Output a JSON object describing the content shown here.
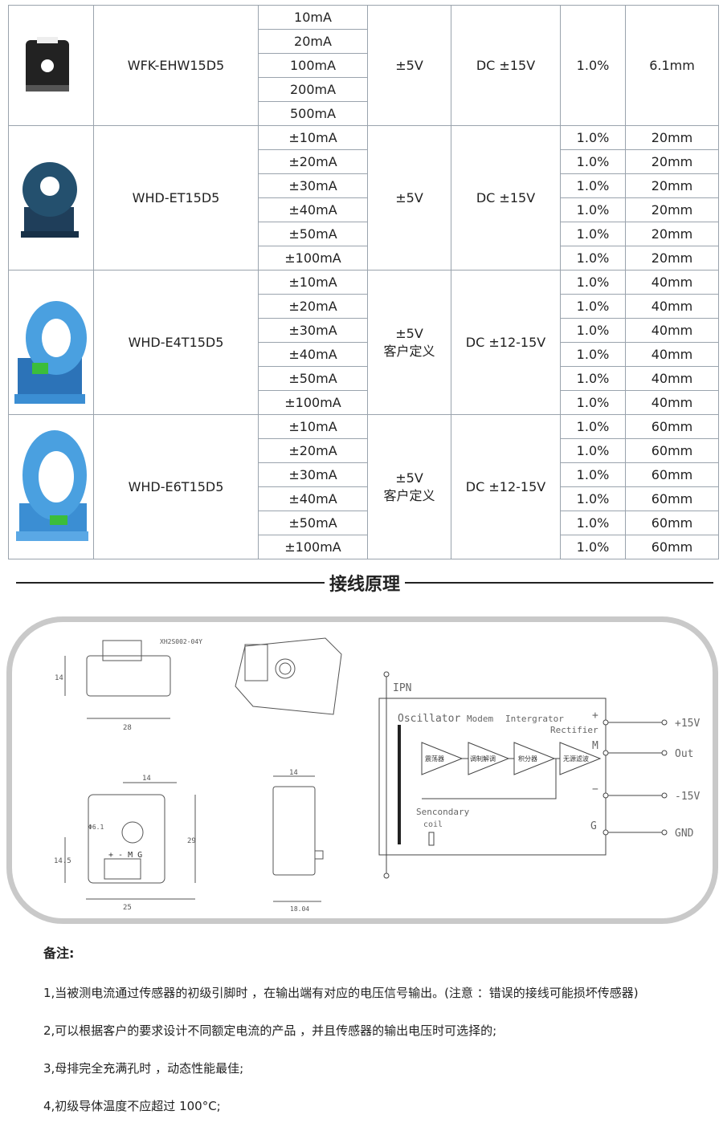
{
  "products": [
    {
      "model": "WFK-EHW15D5",
      "ranges": [
        "10mA",
        "20mA",
        "100mA",
        "200mA",
        "500mA"
      ],
      "output": "±5V",
      "output2": "",
      "supply": "DC  ±15V",
      "accuracy": [
        "1.0%"
      ],
      "aperture": [
        "6.1mm"
      ]
    },
    {
      "model": "WHD-ET15D5",
      "ranges": [
        "±10mA",
        "±20mA",
        "±30mA",
        "±40mA",
        "±50mA",
        "±100mA"
      ],
      "output": "±5V",
      "output2": "",
      "supply": "DC  ±15V",
      "accuracy": [
        "1.0%",
        "1.0%",
        "1.0%",
        "1.0%",
        "1.0%",
        "1.0%"
      ],
      "aperture": [
        "20mm",
        "20mm",
        "20mm",
        "20mm",
        "20mm",
        "20mm"
      ]
    },
    {
      "model": "WHD-E4T15D5",
      "ranges": [
        "±10mA",
        "±20mA",
        "±30mA",
        "±40mA",
        "±50mA",
        "±100mA"
      ],
      "output": "±5V",
      "output2": "客户定义",
      "supply": "DC  ±12-15V",
      "accuracy": [
        "1.0%",
        "1.0%",
        "1.0%",
        "1.0%",
        "1.0%",
        "1.0%"
      ],
      "aperture": [
        "40mm",
        "40mm",
        "40mm",
        "40mm",
        "40mm",
        "40mm"
      ]
    },
    {
      "model": "WHD-E6T15D5",
      "ranges": [
        "±10mA",
        "±20mA",
        "±30mA",
        "±40mA",
        "±50mA",
        "±100mA"
      ],
      "output": "±5V",
      "output2": "客户定义",
      "supply": "DC  ±12-15V",
      "accuracy": [
        "1.0%",
        "1.0%",
        "1.0%",
        "1.0%",
        "1.0%",
        "1.0%"
      ],
      "aperture": [
        "60mm",
        "60mm",
        "60mm",
        "60mm",
        "60mm",
        "60mm"
      ]
    }
  ],
  "section_title": "接线原理",
  "drawing": {
    "connector": "XH2S002-04Y",
    "dims": [
      "14",
      "28",
      "14",
      "29",
      "14.5",
      "25",
      "Φ6.1",
      "14",
      "18.04"
    ],
    "pins": "+ - M G"
  },
  "schematic": {
    "ipn": "IPN",
    "oscillator": "Oscillator",
    "modem": "Modem",
    "integrator": "Intergrator",
    "rectifier": "Rectifier",
    "blocks": [
      "震荡器",
      "调制解调",
      "积分器",
      "无源滤波"
    ],
    "secondary": "Sencondary",
    "coil": "coil",
    "pins": [
      "+",
      "M",
      "−",
      "G"
    ],
    "terminals": [
      "+15V",
      "Out",
      "-15V",
      "GND"
    ]
  },
  "notes": {
    "heading": "备注:",
    "items": [
      "1,当被测电流通过传感器的初级引脚时 ，在输出端有对应的电压信号输出。(注意 ：错误的接线可能损坏传感器)",
      "2,可以根据客户的要求设计不同额定电流的产品 ，并且传感器的输出电压时可选择的;",
      "3,母排完全充满孔时 ，动态性能最佳;",
      "4,初级导体温度不应超过  100°C;"
    ]
  }
}
